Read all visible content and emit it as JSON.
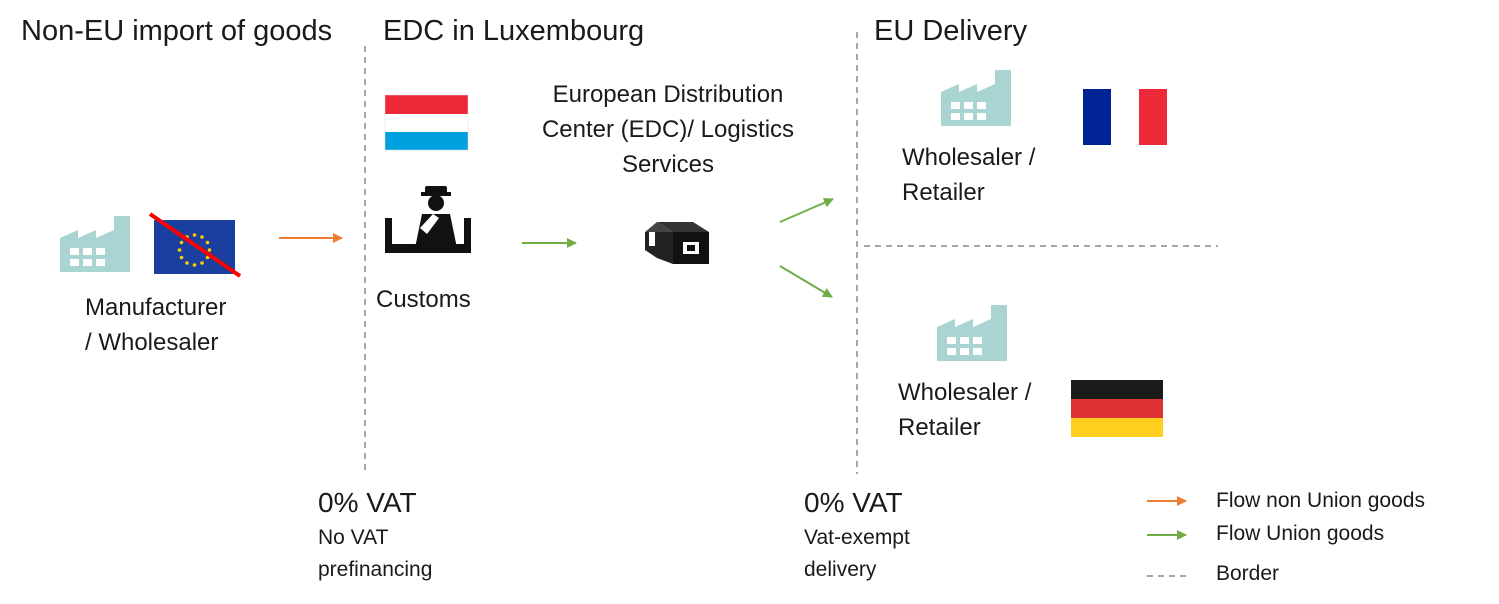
{
  "sections": {
    "non_eu": "Non-EU import of goods",
    "edc": "EDC in Luxembourg",
    "eu": "EU Delivery"
  },
  "nodes": {
    "manufacturer": [
      "Manufacturer",
      "/ Wholesaler"
    ],
    "customs": "Customs",
    "edc_center": [
      "European Distribution",
      "Center (EDC)/ Logistics",
      "Services"
    ],
    "retailer_fr": [
      "Wholesaler /",
      "Retailer"
    ],
    "retailer_de": [
      "Wholesaler /",
      "Retailer"
    ]
  },
  "vat": {
    "edc": {
      "rate": "0% VAT",
      "note": [
        "No VAT",
        "prefinancing"
      ]
    },
    "eu": {
      "rate": "0% VAT",
      "note": [
        "Vat-exempt",
        "delivery"
      ]
    }
  },
  "legend": {
    "non_union": "Flow non Union goods",
    "union": "Flow Union goods",
    "border": "Border"
  },
  "icons": {
    "factory": "factory-icon",
    "eu_flag": "eu-flag-icon",
    "lux_flag": "luxembourg-flag-icon",
    "fr_flag": "france-flag-icon",
    "de_flag": "germany-flag-icon",
    "customs": "customs-officer-icon",
    "package": "package-icon"
  },
  "colors": {
    "non_union_flow": "#ed7d31",
    "union_flow": "#70ad47",
    "border": "#a6a6a6",
    "factory": "#a9d4d2",
    "strike": "#ff0000"
  }
}
